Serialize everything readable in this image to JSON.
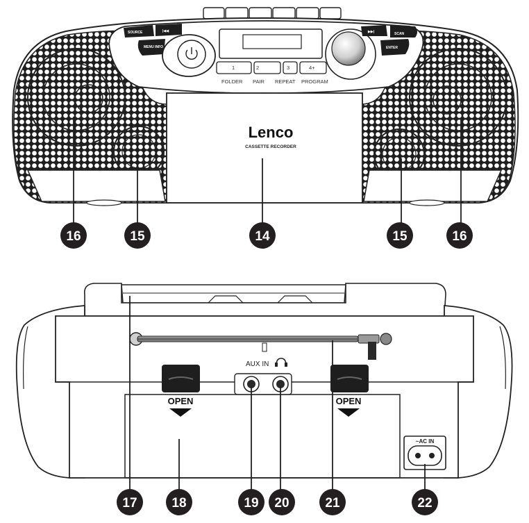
{
  "front_view": {
    "brand": "Lenco",
    "model_text": "CASSETTE RECORDER",
    "number_buttons": [
      "1",
      "2",
      "3",
      "4+"
    ],
    "function_labels": [
      "FOLDER",
      "PAIR",
      "REPEAT",
      "PROGRAM"
    ],
    "left_buttons": [
      "SOURCE",
      "MENU INFO"
    ],
    "right_buttons": [
      "SCAN",
      "ENTER"
    ],
    "callouts": [
      "16",
      "15",
      "14",
      "15",
      "16"
    ]
  },
  "back_view": {
    "aux_label": "AUX IN",
    "headphone_icon": "headphones-icon",
    "open_labels": [
      "OPEN",
      "OPEN"
    ],
    "ac_label": "~AC IN",
    "callouts": [
      "17",
      "18",
      "19",
      "20",
      "21",
      "22"
    ]
  },
  "colors": {
    "callout_fill": "#231f20",
    "line": "#231f20",
    "grille": "#ffffff"
  }
}
